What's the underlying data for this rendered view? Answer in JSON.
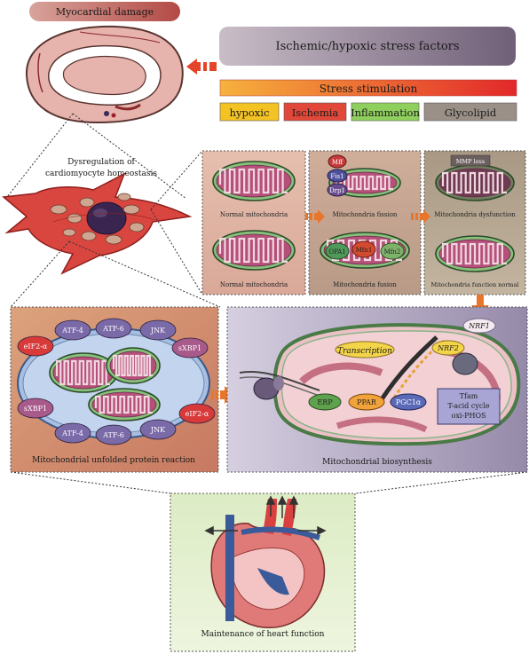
{
  "header": {
    "myocardial_damage": "Myocardial damage",
    "stress_factors": "Ischemic/hypoxic stress factors",
    "stress_stimulation": "Stress stimulation"
  },
  "stimuli": [
    {
      "label": "hypoxic",
      "color": "#f3c324"
    },
    {
      "label": "Ischemia",
      "color": "#e2483a"
    },
    {
      "label": "Inflammation",
      "color": "#8fcf5d"
    },
    {
      "label": "Glycolipid",
      "color": "#9a9088"
    }
  ],
  "cardiomyocyte": {
    "label_line1": "Dysregulation of",
    "label_line2": "cardiomyocyte homeostasis"
  },
  "mito_dynamics": {
    "normal_top": "Normal mitochondria",
    "normal_bottom": "Normal mitochondria",
    "fission_label": "Mitochondria fission",
    "fission_proteins": [
      "Mff",
      "Fis1",
      "Drp1"
    ],
    "fusion_label": "Mitochondria fusion",
    "fusion_proteins": [
      "OPA1",
      "Mfn1",
      "Mfn2"
    ],
    "dysfunction_label": "Mitochondria dysfunction",
    "mmp_label": "MMP loss",
    "normal_function_label": "Mitochondria function normal"
  },
  "upr": {
    "proteins": [
      "eIF2-α",
      "ATF-4",
      "ATF-6",
      "JNK",
      "sXBP1",
      "sXBP1",
      "ATF-4",
      "ATF-6",
      "JNK",
      "eIF2-α"
    ],
    "label": "Mitochondrial unfolded protein reaction"
  },
  "biosynthesis": {
    "transcription": "Transcription",
    "nrf1": "NRF1",
    "nrf2": "NRF2",
    "erp": "ERP",
    "ppar": "PPAR",
    "pgc1a": "PGC1α",
    "tfam_lines": [
      "Tfam",
      "T-acid cycle",
      "oxi-PHOS"
    ],
    "label": "Mitochondrial biosynthesis"
  },
  "heart": {
    "label": "Maintenance of heart function"
  }
}
